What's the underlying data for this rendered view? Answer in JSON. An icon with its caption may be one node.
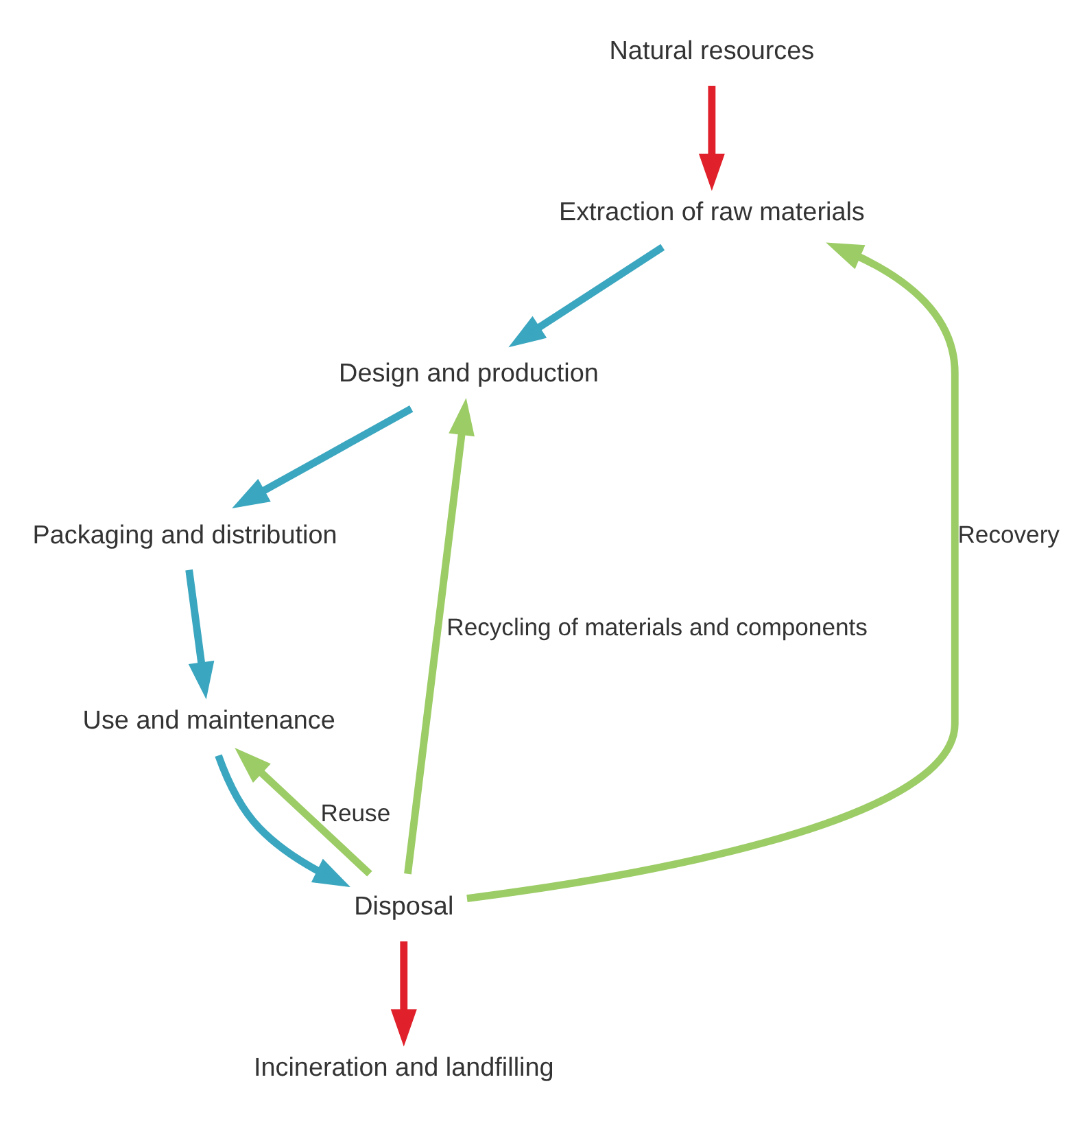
{
  "diagram": {
    "nodes": [
      {
        "text": [
          "Natural resources"
        ]
      },
      {
        "text": [
          "Incineration and landfilling"
        ]
      },
      {
        "text": [
          "Extraction of raw materials"
        ]
      },
      {
        "text": [
          "Design and production"
        ]
      },
      {
        "text": [
          "Packaging and distribution"
        ]
      },
      {
        "text": [
          "Use and maintenance"
        ]
      },
      {
        "text": [
          "Disposal"
        ]
      }
    ],
    "edges": [
      {
        "from": 0,
        "to": 2,
        "arrow": "to",
        "color": "#e0202a"
      },
      {
        "from": 6,
        "to": 1,
        "arrow": "to",
        "color": "#e0202a"
      },
      {
        "from": 2,
        "to": 3,
        "arrow": "to"
      },
      {
        "from": 3,
        "to": 4,
        "arrow": "to"
      },
      {
        "from": 4,
        "to": 5,
        "arrow": "to"
      },
      {
        "from": 5,
        "to": 6,
        "arrow": "to"
      },
      {
        "from": 6,
        "to": 2,
        "arrow": "to",
        "label": "Recovery",
        "color": "#9ccc65"
      },
      {
        "from": 6,
        "to": 3,
        "arrow": "to",
        "label": "Recycling of materials and components",
        "color": "#9ccc65"
      },
      {
        "from": 6,
        "to": 5,
        "arrow": "to",
        "label": "Reuse",
        "color": "#9ccc65"
      }
    ]
  }
}
